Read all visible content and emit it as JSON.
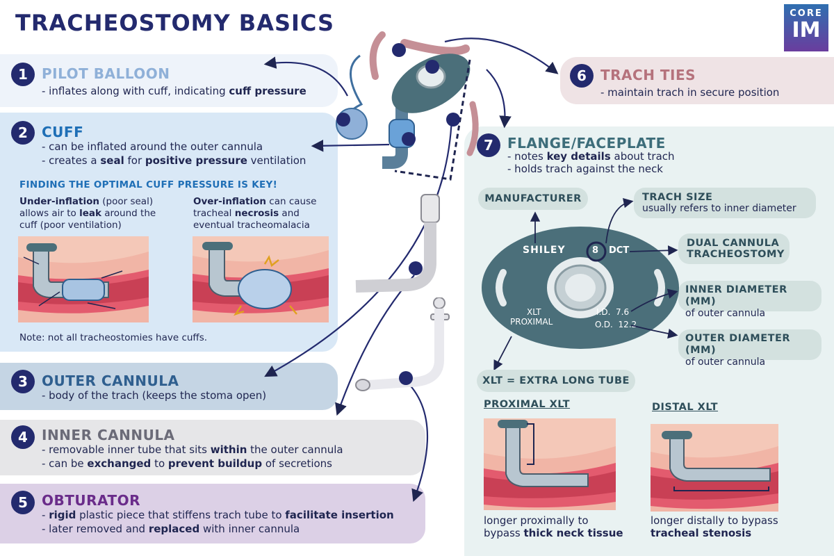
{
  "header": {
    "title": "TRACHEOSTOMY BASICS"
  },
  "logo": {
    "line1": "CORE",
    "line2": "IM"
  },
  "sections": {
    "s1": {
      "num": "1",
      "title": "PILOT BALLOON",
      "line1_pre": "- inflates along with cuff, indicating ",
      "line1_bold": "cuff pressure"
    },
    "s2": {
      "num": "2",
      "title": "CUFF",
      "line1": "- can be inflated around the outer cannula",
      "line2_a": "- creates a ",
      "line2_b": "seal",
      "line2_c": " for ",
      "line2_d": "positive pressure",
      "line2_e": " ventilation",
      "subhead": "FINDING THE OPTIMAL CUFF PRESSURE IS KEY!",
      "under_bold": "Under-inflation",
      "under_1": " (poor seal)",
      "under_2a": "allows air to ",
      "under_2b": "leak",
      "under_2c": " around the",
      "under_3": "cuff (poor ventilation)",
      "over_bold": "Over-inflation",
      "over_1": " can cause",
      "over_2a": "tracheal ",
      "over_2b": "necrosis",
      "over_2c": " and",
      "over_3": "eventual tracheomalacia",
      "note": "Note: not all tracheostomies have cuffs."
    },
    "s3": {
      "num": "3",
      "title": "OUTER CANNULA",
      "line1": "- body of the trach (keeps the stoma open)"
    },
    "s4": {
      "num": "4",
      "title": "INNER CANNULA",
      "line1_a": "- removable inner tube that sits ",
      "line1_b": "within",
      "line1_c": " the outer cannula",
      "line2_a": "- can be ",
      "line2_b": "exchanged",
      "line2_c": " to ",
      "line2_d": "prevent buildup",
      "line2_e": " of secretions"
    },
    "s5": {
      "num": "5",
      "title": "OBTURATOR",
      "line1_a": "- ",
      "line1_b": "rigid",
      "line1_c": " plastic piece that stiffens trach tube to ",
      "line1_d": "facilitate insertion",
      "line2_a": "- later removed and ",
      "line2_b": "replaced",
      "line2_c": " with inner cannula"
    },
    "s6": {
      "num": "6",
      "title": "TRACH TIES",
      "line1": "- maintain trach in secure position"
    },
    "s7": {
      "num": "7",
      "title": "FLANGE/FACEPLATE",
      "line1_a": "- notes ",
      "line1_b": "key details",
      "line1_c": " about trach",
      "line2": "- holds trach against the neck"
    }
  },
  "faceplate": {
    "manufacturer_label": "MANUFACTURER",
    "size_title": "TRACH SIZE",
    "size_sub": "usually refers to inner diameter",
    "dual_1": "DUAL CANNULA",
    "dual_2": "TRACHEOSTOMY",
    "inner_title": "INNER DIAMETER (MM)",
    "inner_sub": "of outer cannula",
    "outer_title": "OUTER DIAMETER (MM)",
    "outer_sub": "of outer cannula",
    "plate_brand": "SHILEY",
    "plate_size": "8",
    "plate_dct": "DCT",
    "plate_xlt": "XLT",
    "plate_proximal": "PROXIMAL",
    "plate_id": "I.D.  7.6",
    "plate_od": "O.D.  12.2"
  },
  "xlt": {
    "pill": "XLT = EXTRA LONG TUBE",
    "prox_title": "PROXIMAL XLT",
    "prox_1": "longer proximally to",
    "prox_2a": "bypass ",
    "prox_2b": "thick neck tissue",
    "dist_title": "DISTAL XLT",
    "dist_1": "longer distally to bypass",
    "dist_2": "tracheal stenosis"
  },
  "colors": {
    "navy": "#232a6e",
    "pilot": "#8fb0d8",
    "cuff": "#1f6fb6",
    "outer": "#2f5f8f",
    "inner": "#6b6b78",
    "obturator": "#6a2c8a",
    "ties": "#b5727c",
    "flange": "#3d6d7a"
  }
}
